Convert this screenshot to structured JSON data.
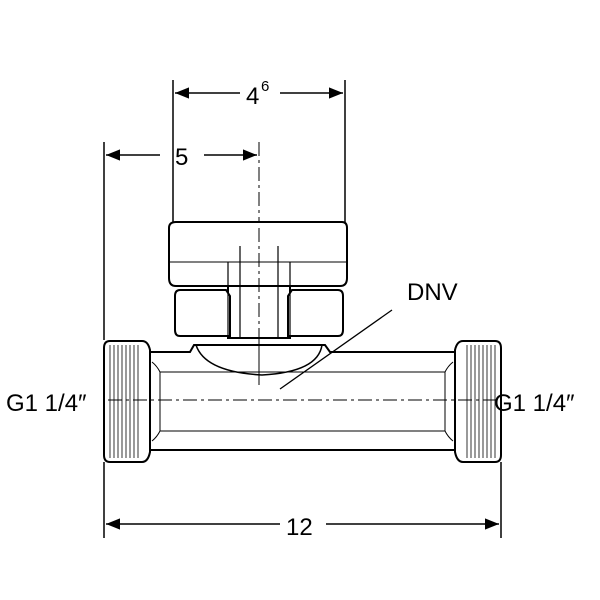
{
  "drawing": {
    "dimension_top_value": "4",
    "dimension_top_superscript": "6",
    "dimension_middle": "5",
    "dimension_bottom": "12",
    "callout_label": "DNV",
    "thread_left": "G1 1/4″",
    "thread_right": "G1 1/4″"
  },
  "colors": {
    "line": "#000000",
    "background": "#ffffff"
  }
}
